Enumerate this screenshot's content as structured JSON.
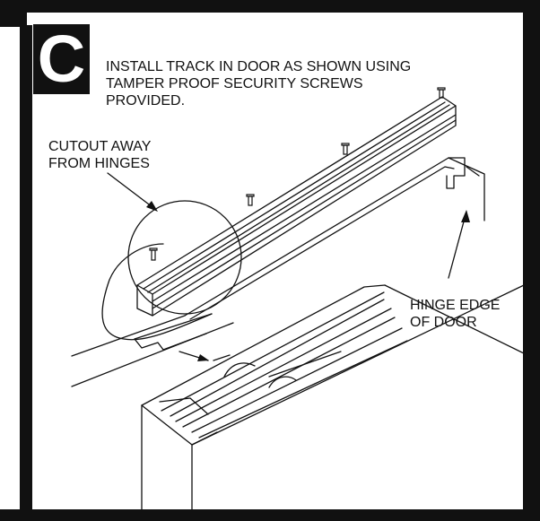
{
  "step": {
    "letter": "C"
  },
  "instruction": {
    "lines": [
      "INSTALL TRACK IN DOOR AS SHOWN USING",
      "TAMPER PROOF SECURITY SCREWS",
      "PROVIDED."
    ]
  },
  "callouts": {
    "cutout": {
      "lines": [
        "CUTOUT AWAY",
        "FROM HINGES"
      ]
    },
    "hinge_edge": {
      "lines": [
        "HINGE EDGE",
        "OF DOOR"
      ]
    }
  },
  "colors": {
    "ink": "#111111",
    "paper": "#ffffff"
  }
}
